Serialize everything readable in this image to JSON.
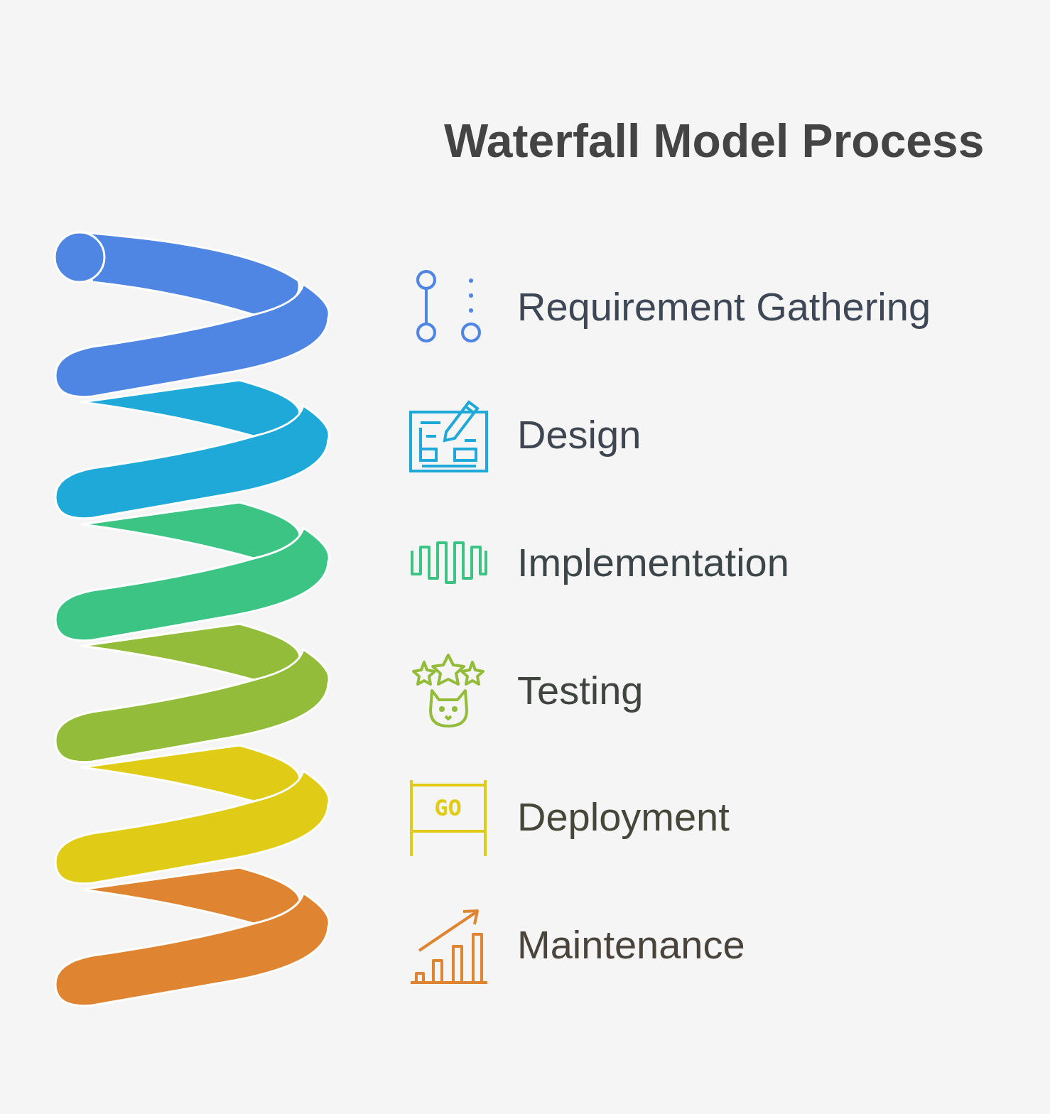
{
  "diagram": {
    "title": "Waterfall Model Process",
    "labels": [
      "Requirement Gathering",
      "Design",
      "Implementation",
      "Testing",
      "GO",
      "Deployment",
      "Maintenance"
    ]
  }
}
